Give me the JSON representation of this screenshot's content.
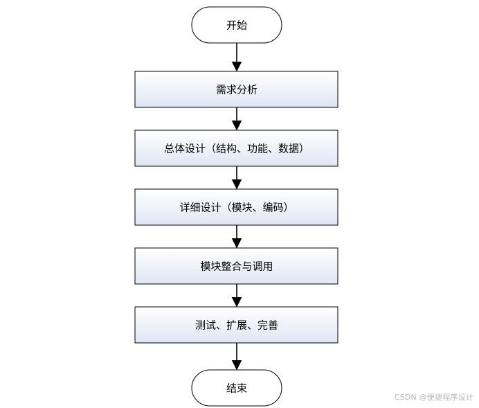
{
  "flowchart": {
    "start": "开始",
    "steps": [
      "需求分析",
      "总体设计（结构、功能、数据）",
      "详细设计（模块、编码）",
      "模块整合与调用",
      "测试、扩展、完善"
    ],
    "end": "结束"
  },
  "watermark": "CSDN @便捷程序设计",
  "colors": {
    "stroke": "#000000",
    "box_fill_top": "#ffffff",
    "box_fill_bottom": "#dfe6f4",
    "terminal_fill": "#ffffff"
  }
}
